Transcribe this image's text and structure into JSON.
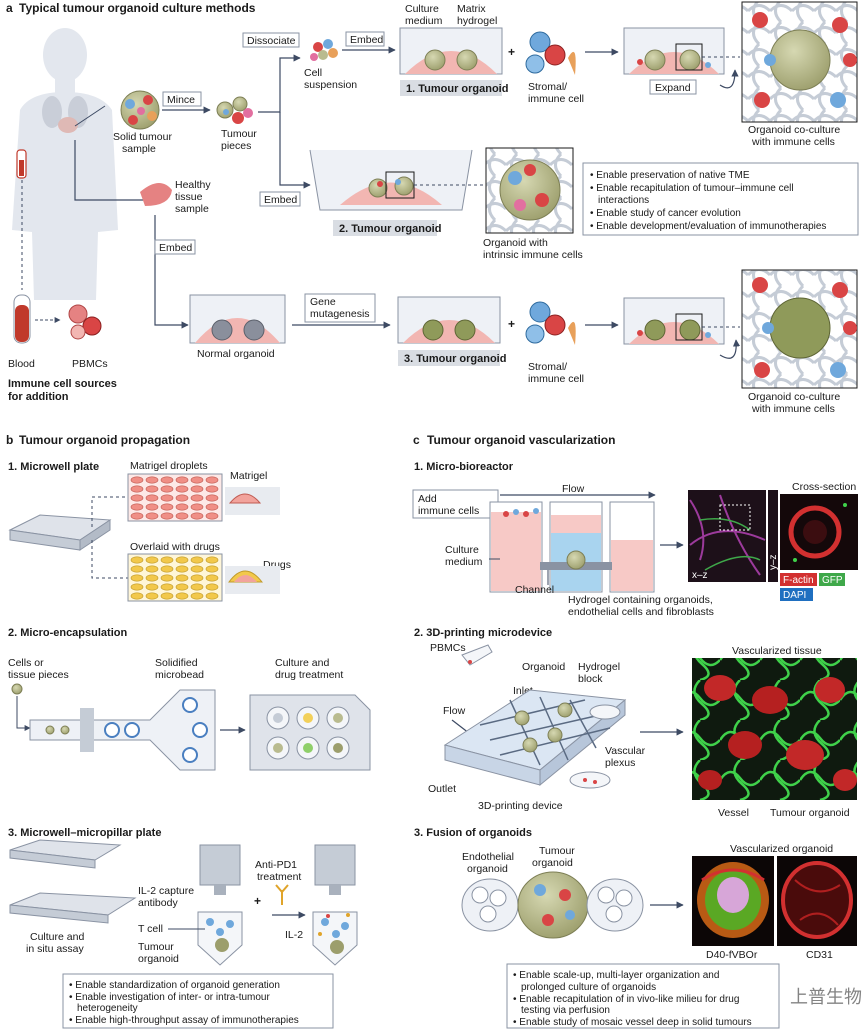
{
  "panel_a": {
    "heading_letter": "a",
    "heading": "Typical tumour organoid culture methods",
    "solid_tumour_sample": [
      "Solid tumour",
      "sample"
    ],
    "mince": "Mince",
    "tumour_pieces": [
      "Tumour",
      "pieces"
    ],
    "dissociate": "Dissociate",
    "cell_suspension": [
      "Cell",
      "suspension"
    ],
    "embed": "Embed",
    "culture_medium": [
      "Culture",
      "medium"
    ],
    "matrix_hydrogel": [
      "Matrix",
      "hydrogel"
    ],
    "organoid_1": "1. Tumour organoid",
    "plus": "+",
    "stromal_immune": [
      "Stromal/",
      "immune cell"
    ],
    "expand": "Expand",
    "coculture": [
      "Organoid co-culture",
      "with immune cells"
    ],
    "healthy_tissue": [
      "Healthy",
      "tissue",
      "sample"
    ],
    "organoid_2": "2. Tumour organoid",
    "intrinsic": [
      "Organoid with",
      "intrinsic immune cells"
    ],
    "bullets": [
      "Enable preservation of native TME",
      "Enable recapitulation of tumour–immune cell",
      "interactions",
      "Enable study of cancer evolution",
      "Enable development/evaluation of immunotherapies"
    ],
    "gene_mutagenesis": [
      "Gene",
      "mutagenesis"
    ],
    "normal_organoid": "Normal organoid",
    "organoid_3": "3. Tumour organoid",
    "blood": "Blood",
    "pbmcs": "PBMCs",
    "immune_sources": [
      "Immune cell sources",
      "for addition"
    ]
  },
  "panel_b": {
    "heading_letter": "b",
    "heading": "Tumour organoid propagation",
    "s1_title": "1. Microwell plate",
    "matrigel_droplets": "Matrigel droplets",
    "matrigel": "Matrigel",
    "overlaid": "Overlaid with drugs",
    "drugs": "Drugs",
    "s2_title": "2. Micro-encapsulation",
    "cells_tissue": [
      "Cells or",
      "tissue pieces"
    ],
    "solidified": [
      "Solidified",
      "microbead"
    ],
    "culture_drug": [
      "Culture and",
      "drug treatment"
    ],
    "s3_title": "3. Microwell–micropillar plate",
    "culture_assay": [
      "Culture and",
      "in situ assay"
    ],
    "il2_capture": [
      "IL-2 capture",
      "antibody"
    ],
    "t_cell": "T cell",
    "tumour_organoid": [
      "Tumour",
      "organoid"
    ],
    "anti_pd1": [
      "Anti-PD1",
      "treatment"
    ],
    "il2": "IL-2",
    "bullets": [
      "Enable standardization of organoid generation",
      "Enable investigation of inter- or intra-tumour",
      "heterogeneity",
      "Enable high-throughput assay of immunotherapies"
    ]
  },
  "panel_c": {
    "heading_letter": "c",
    "heading": "Tumour organoid vascularization",
    "s1_title": "1. Micro-bioreactor",
    "add_immune": [
      "Add",
      "immune cells"
    ],
    "flow": "Flow",
    "culture_medium": [
      "Culture",
      "medium"
    ],
    "channel": "Channel",
    "hydrogel_containing": [
      "Hydrogel containing organoids,",
      "endothelial cells and fibroblasts"
    ],
    "cross_section": "Cross-section",
    "xz": "x–z",
    "yz": "y–z",
    "factin": "F-actin",
    "gfp": "GFP",
    "dapi": "DAPI",
    "s2_title": "2. 3D-printing microdevice",
    "pbmcs": "PBMCs",
    "organoid": "Organoid",
    "hydrogel_block": [
      "Hydrogel",
      "block"
    ],
    "inlet": "Inlet",
    "flow2": "Flow",
    "vascular_plexus": [
      "Vascular",
      "plexus"
    ],
    "outlet": "Outlet",
    "device": "3D-printing device",
    "vascularized_tissue": "Vascularized tissue",
    "vessel": "Vessel",
    "tumour_organoid": "Tumour organoid",
    "s3_title": "3. Fusion of organoids",
    "endothelial": [
      "Endothelial",
      "organoid"
    ],
    "tumour_org": [
      "Tumour",
      "organoid"
    ],
    "vascularized_organoid": "Vascularized organoid",
    "d40": "D40-fVBOr",
    "cd31": "CD31",
    "bullets": [
      "Enable scale-up, multi-layer organization and",
      "prolonged culture of organoids",
      "Enable recapitulation of in vivo-like milieu for drug",
      "testing via perfusion",
      "Enable study of mosaic vessel deep in solid tumours"
    ],
    "watermark": "上普生物"
  },
  "colors": {
    "organoid": "#b9bb8f",
    "organoid_edge": "#7d7f55",
    "pink": "#f2b6b2",
    "red_cell": "#d94545",
    "blue_cell": "#6fa8dc",
    "label_box": "#d9dde3",
    "arrow": "#3d4a63"
  }
}
